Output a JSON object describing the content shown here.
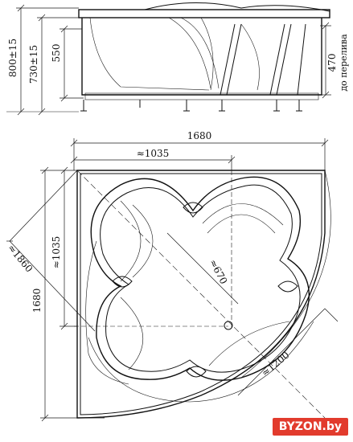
{
  "side_view": {
    "dim_800": "800±15",
    "dim_730": "730±15",
    "dim_550": "550",
    "dim_470": "470",
    "overflow_label": "до перелива"
  },
  "plan_view": {
    "dim_1680_top": "1680",
    "dim_1035_top": "≈1035",
    "dim_1035_left": "≈1035",
    "dim_1680_left": "1680",
    "dim_1860": "≈1860",
    "dim_670": "≈670",
    "dim_1200": "≈1200"
  },
  "brand": {
    "text": "BYZON.by",
    "color": "#e23b2d"
  }
}
